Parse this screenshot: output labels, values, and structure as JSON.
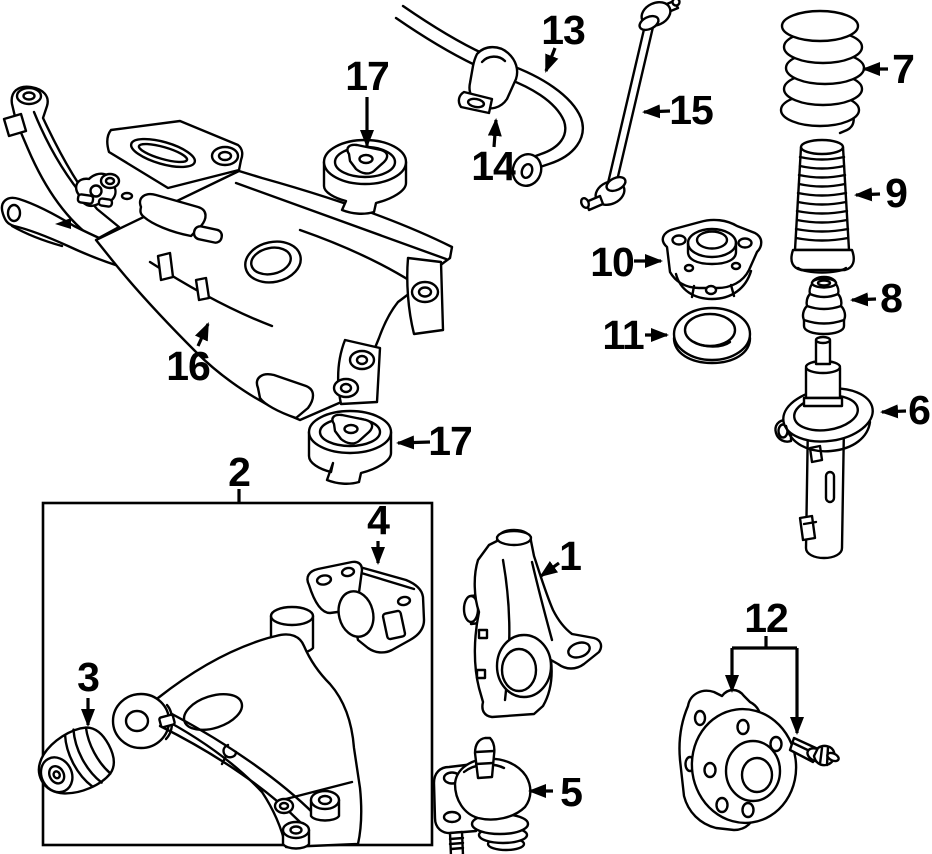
{
  "figure": {
    "kind": "exploded-parts-diagram",
    "subject": "Front suspension, subframe and wheel hub",
    "background_color": "#ffffff",
    "line_color": "#000000",
    "label_color": "#000000"
  },
  "callouts": [
    {
      "number": "1",
      "part": "steering-knuckle"
    },
    {
      "number": "2",
      "part": "lower-control-arm-assembly"
    },
    {
      "number": "3",
      "part": "control-arm-front-bushing"
    },
    {
      "number": "4",
      "part": "control-arm-rear-bushing-bracket"
    },
    {
      "number": "5",
      "part": "ball-joint"
    },
    {
      "number": "6",
      "part": "strut"
    },
    {
      "number": "7",
      "part": "coil-spring"
    },
    {
      "number": "8",
      "part": "bump-stop"
    },
    {
      "number": "9",
      "part": "dust-boot"
    },
    {
      "number": "10",
      "part": "strut-mount"
    },
    {
      "number": "11",
      "part": "strut-bearing"
    },
    {
      "number": "12",
      "part": "wheel-hub-and-bolt"
    },
    {
      "number": "13",
      "part": "stabilizer-bar"
    },
    {
      "number": "14",
      "part": "stabilizer-bar-bracket"
    },
    {
      "number": "15",
      "part": "stabilizer-link"
    },
    {
      "number": "16",
      "part": "subframe"
    },
    {
      "number": "17",
      "part": "subframe-mount-bushing-upper"
    },
    {
      "number": "17",
      "part": "subframe-mount-bushing-lower"
    }
  ]
}
